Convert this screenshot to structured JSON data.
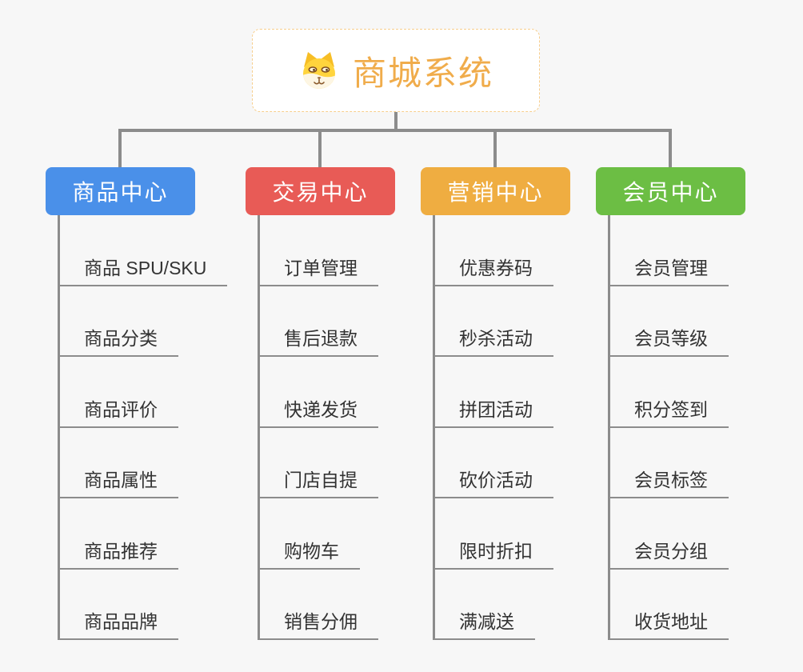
{
  "background_color": "#f7f7f7",
  "connector_color": "#8c8c8c",
  "root": {
    "title": "商城系统",
    "icon": "shiba-dog-icon",
    "title_color": "#F0AC4B",
    "border_color": "#F7CE8C"
  },
  "branches": [
    {
      "label": "商品中心",
      "color": "#4A90E9",
      "children": [
        "商品 SPU/SKU",
        "商品分类",
        "商品评价",
        "商品属性",
        "商品推荐",
        "商品品牌"
      ]
    },
    {
      "label": "交易中心",
      "color": "#E85B56",
      "children": [
        "订单管理",
        "售后退款",
        "快递发货",
        "门店自提",
        "购物车",
        "销售分佣"
      ]
    },
    {
      "label": "营销中心",
      "color": "#EFAD41",
      "children": [
        "优惠券码",
        "秒杀活动",
        "拼团活动",
        "砍价活动",
        "限时折扣",
        "满减送"
      ]
    },
    {
      "label": "会员中心",
      "color": "#6CBE44",
      "children": [
        "会员管理",
        "会员等级",
        "积分签到",
        "会员标签",
        "会员分组",
        "收货地址"
      ]
    }
  ]
}
